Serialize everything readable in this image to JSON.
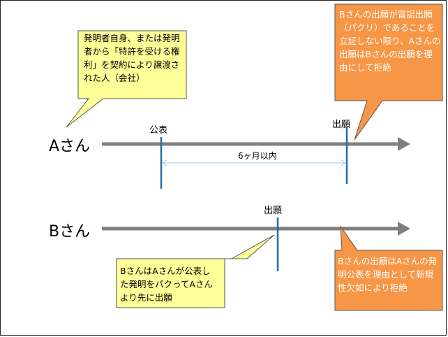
{
  "colors": {
    "yellow_fill": "#ffff99",
    "orange_fill": "#f79646",
    "arrow_gray": "#7f7f7f",
    "tick_blue": "#1f6ea8",
    "span_blue": "#9ec8e6",
    "callout_border": "#555555"
  },
  "timeline_a": {
    "label": "Aさん",
    "publication_label": "公表",
    "application_label": "出願",
    "span_label": "6ヶ月以内"
  },
  "timeline_b": {
    "label": "Bさん",
    "application_label": "出願"
  },
  "callouts": {
    "inventor_note": "発明者自身、または発明者から「特許を受ける権利」を契約により譲渡された人（会社）",
    "rejection_a": "Bさんの出願が冒認出願（パクリ）であることを立証しない限り、Aさんの出願はBさんの出願を理由にして拒絶",
    "b_copied": "BさんはAさんが公表した発明をパクってAさんより先に出願",
    "rejection_b": "Bさんの出願はAさんの発明公表を理由として新規性欠如により拒絶"
  }
}
